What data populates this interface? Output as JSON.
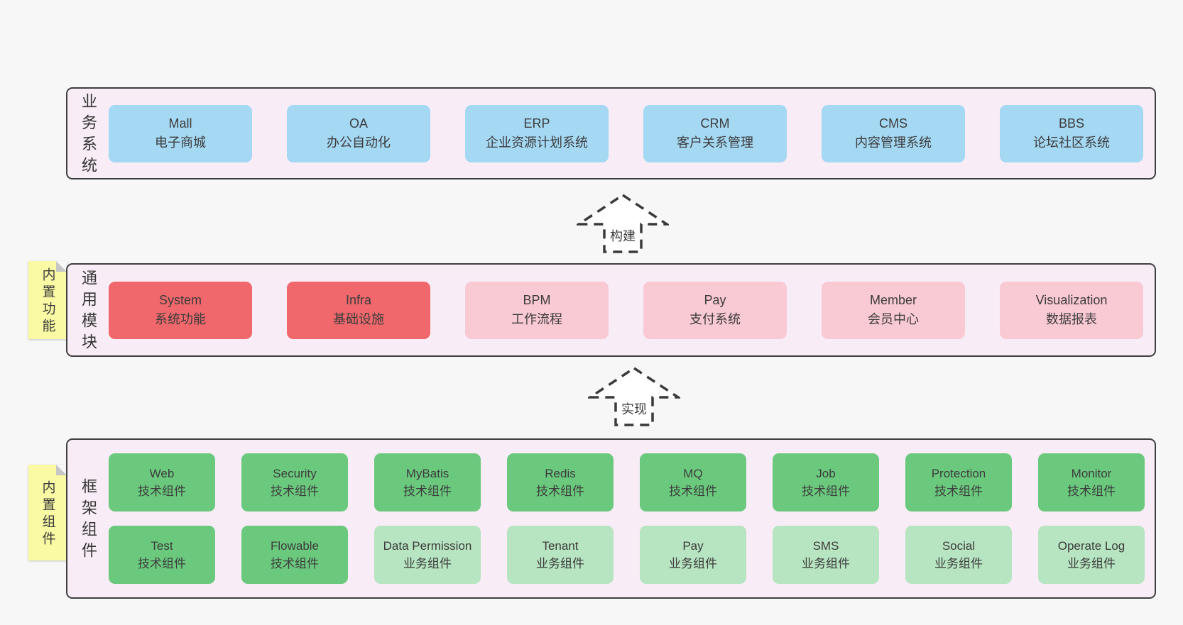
{
  "colors": {
    "page_bg": "#f7f7f7",
    "band_bg": "#f8edf6",
    "band_border": "#3f3f3f",
    "business_box_blue": "#a5d8f3",
    "module_box_red": "#f1686c",
    "module_box_pink": "#f9c9d4",
    "component_box_green_dark": "#6bc97e",
    "component_box_green_light": "#b7e4c1",
    "note_yellow": "#fafaa5",
    "note_fold_gray": "#c6c6c6",
    "text": "#3c3c3c"
  },
  "notes": [
    {
      "text": "内置功能"
    },
    {
      "text": "内置组件"
    }
  ],
  "arrows": [
    {
      "label": "构建"
    },
    {
      "label": "实现"
    }
  ],
  "bands": [
    {
      "label": "业务系统",
      "items": [
        {
          "name": "Mall",
          "subtitle": "电子商城"
        },
        {
          "name": "OA",
          "subtitle": "办公自动化"
        },
        {
          "name": "ERP",
          "subtitle": "企业资源计划系统"
        },
        {
          "name": "CRM",
          "subtitle": "客户关系管理"
        },
        {
          "name": "CMS",
          "subtitle": "内容管理系统"
        },
        {
          "name": "BBS",
          "subtitle": "论坛社区系统"
        }
      ]
    },
    {
      "label": "通用模块",
      "items": [
        {
          "name": "System",
          "subtitle": "系统功能"
        },
        {
          "name": "Infra",
          "subtitle": "基础设施"
        },
        {
          "name": "BPM",
          "subtitle": "工作流程"
        },
        {
          "name": "Pay",
          "subtitle": "支付系统"
        },
        {
          "name": "Member",
          "subtitle": "会员中心"
        },
        {
          "name": "Visualization",
          "subtitle": "数据报表"
        }
      ]
    },
    {
      "label": "框架组件",
      "rows": [
        [
          {
            "name": "Web",
            "subtitle": "技术组件"
          },
          {
            "name": "Security",
            "subtitle": "技术组件"
          },
          {
            "name": "MyBatis",
            "subtitle": "技术组件"
          },
          {
            "name": "Redis",
            "subtitle": "技术组件"
          },
          {
            "name": "MQ",
            "subtitle": "技术组件"
          },
          {
            "name": "Job",
            "subtitle": "技术组件"
          },
          {
            "name": "Protection",
            "subtitle": "技术组件"
          },
          {
            "name": "Monitor",
            "subtitle": "技术组件"
          }
        ],
        [
          {
            "name": "Test",
            "subtitle": "技术组件"
          },
          {
            "name": "Flowable",
            "subtitle": "技术组件"
          },
          {
            "name": "Data Permission",
            "subtitle": "业务组件"
          },
          {
            "name": "Tenant",
            "subtitle": "业务组件"
          },
          {
            "name": "Pay",
            "subtitle": "业务组件"
          },
          {
            "name": "SMS",
            "subtitle": "业务组件"
          },
          {
            "name": "Social",
            "subtitle": "业务组件"
          },
          {
            "name": "Operate Log",
            "subtitle": "业务组件"
          }
        ]
      ]
    }
  ]
}
